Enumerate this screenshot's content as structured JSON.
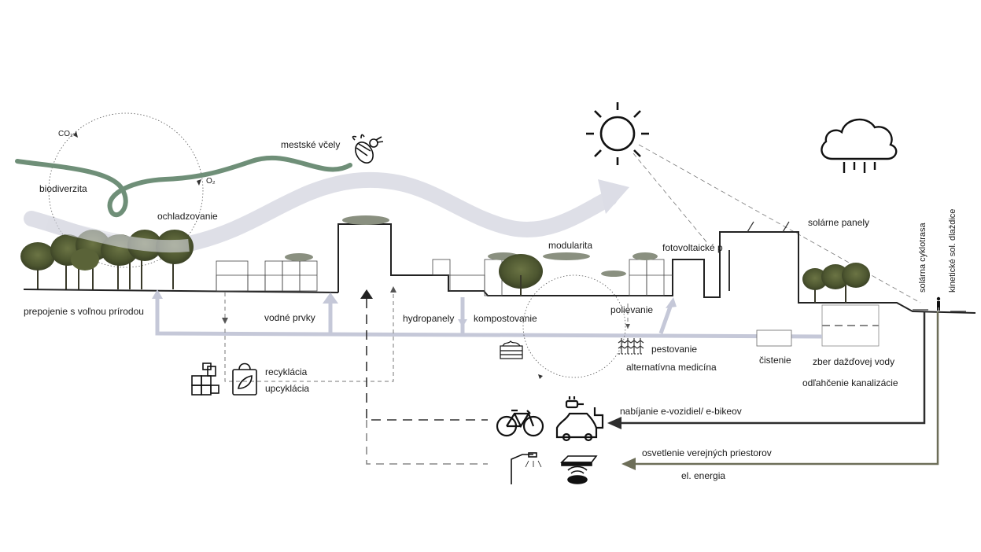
{
  "labels": {
    "co2": "CO₂",
    "o2": "O₂",
    "biodiverzita": "biodiverzita",
    "ochladzovanie": "ochladzovanie",
    "mestske_vcely": "mestské včely",
    "prepojenie": "prepojenie s voľnou prírodou",
    "vodne_prvky": "vodné prvky",
    "hydropanely": "hydropanely",
    "kompostovanie": "kompostovanie",
    "modularita": "modularita",
    "polievanie": "polievanie",
    "fotovoltaicke": "fotovoltaické p",
    "solarne_panely": "solárne panely",
    "solarna_cyklotrasa": "solárna cyklotrasa",
    "kineticke_dlazdice": "kinetické sol. dlaždice",
    "pestovanie": "pestovanie",
    "alternativna_medicina": "alternatívna medicína",
    "cistenie": "čistenie",
    "zber_dazdovej_vody": "zber dažďovej vody",
    "odlahcenie": "odľahčenie kanalizácie",
    "recyklacia": "recyklácia",
    "upcyklacia": "upcyklácia",
    "nabijanie": "nabíjanie e-vozidiel/ e-bikeov",
    "osvetlenie": "osvetlenie verejných priestorov",
    "el_energia": "el. energia"
  },
  "icons": [
    "bee-icon",
    "sun-icon",
    "rain-cloud-icon",
    "recycle-blocks-icon",
    "recycle-bag-icon",
    "compost-box-icon",
    "plants-icon",
    "bicycle-icon",
    "electric-car-icon",
    "street-lamp-icon",
    "kinetic-tile-icon",
    "person-icon"
  ],
  "colors": {
    "water": "#c5c8d8",
    "green_line": "#6f8f78",
    "energy_dark": "#2d2d2d",
    "energy_olive": "#6d6e58",
    "wind": "#dcdde6",
    "tree": "#4a5532"
  }
}
